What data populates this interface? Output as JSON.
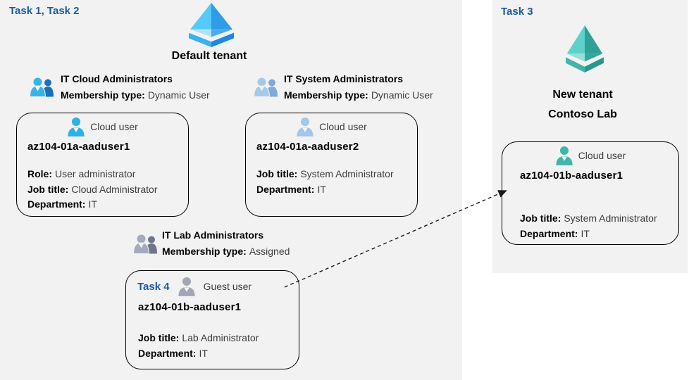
{
  "colors": {
    "panel_bg": "#f2f2f2",
    "task_label_blue": "#1a5b9c",
    "card_border": "#000000",
    "blue_tenant_light": "#55c9f8",
    "blue_tenant_dark": "#2e9ce9",
    "teal_tenant_light": "#5ed2ca",
    "teal_tenant_dark": "#2fa096",
    "cyan_user": "#2eb1e4",
    "pale_blue_user": "#a3c6e9",
    "gray_user": "#a2a6b4",
    "teal_user": "#40b5ac"
  },
  "left_panel": {
    "task_label": "Task 1, Task 2",
    "tenant_icon": "azure-tenant-diamond-icon",
    "tenant_name": "Default tenant",
    "groups": [
      {
        "icon": "user-group-icon",
        "title": "IT Cloud Administrators",
        "membership_label": "Membership type:",
        "membership_value": "Dynamic User"
      },
      {
        "icon": "user-group-icon",
        "title": "IT System Administrators",
        "membership_label": "Membership type:",
        "membership_value": "Dynamic User"
      },
      {
        "icon": "user-group-icon",
        "title": "IT Lab Administrators",
        "membership_label": "Membership type:",
        "membership_value": "Assigned"
      }
    ],
    "cards": [
      {
        "icon": "user-icon",
        "type_label": "Cloud user",
        "username": "az104-01a-aaduser1",
        "attrs": [
          {
            "label": "Role:",
            "value": "User administrator"
          },
          {
            "label": "Job title:",
            "value": "Cloud Administrator"
          },
          {
            "label": "Department:",
            "value": "IT"
          }
        ]
      },
      {
        "icon": "user-icon",
        "type_label": "Cloud user",
        "username": "az104-01a-aaduser2",
        "attrs": [
          {
            "label": "Job title:",
            "value": "System Administrator"
          },
          {
            "label": "Department:",
            "value": "IT"
          }
        ]
      },
      {
        "task_label": "Task 4",
        "icon": "user-icon",
        "type_label": "Guest user",
        "username": "az104-01b-aaduser1",
        "attrs": [
          {
            "label": "Job title:",
            "value": "Lab Administrator"
          },
          {
            "label": "Department:",
            "value": "IT"
          }
        ]
      }
    ]
  },
  "right_panel": {
    "task_label": "Task 3",
    "tenant_icon": "azure-tenant-diamond-icon",
    "tenant_name_line1": "New  tenant",
    "tenant_name_line2": "Contoso Lab",
    "card": {
      "icon": "user-icon",
      "type_label": "Cloud user",
      "username": "az104-01b-aaduser1",
      "attrs": [
        {
          "label": "Job title:",
          "value": "System Administrator"
        },
        {
          "label": "Department:",
          "value": "IT"
        }
      ]
    }
  },
  "connector": {
    "icon": "dashed-arrow",
    "meaning": "guest user invited from default tenant to new tenant"
  }
}
